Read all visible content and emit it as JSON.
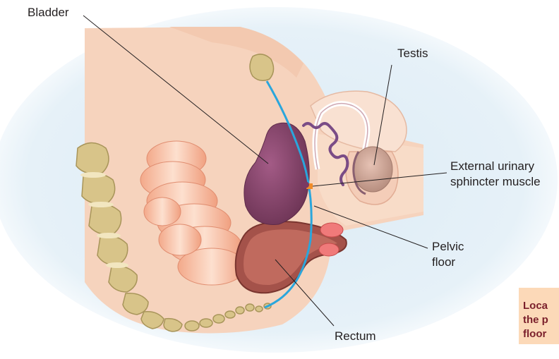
{
  "labels": {
    "bladder": "Bladder",
    "testis": "Testis",
    "sphincter_line1": "External urinary",
    "sphincter_line2": "sphincter muscle",
    "pelvic_line1": "Pelvic",
    "pelvic_line2": "floor",
    "rectum": "Rectum"
  },
  "caption": {
    "line1": "Loca",
    "line2": "the p",
    "line3": "floor"
  },
  "colors": {
    "background_glow": "#dcebf5",
    "body": "#f6d3bd",
    "bladder": "#8e4a72",
    "rectum": "#a4524a",
    "spine": "#d8c489",
    "urethra": "#2aa6dc",
    "sphincter": "#f28c28",
    "caption_bg": "#fcd9b8",
    "caption_text": "#7a1f2b"
  }
}
